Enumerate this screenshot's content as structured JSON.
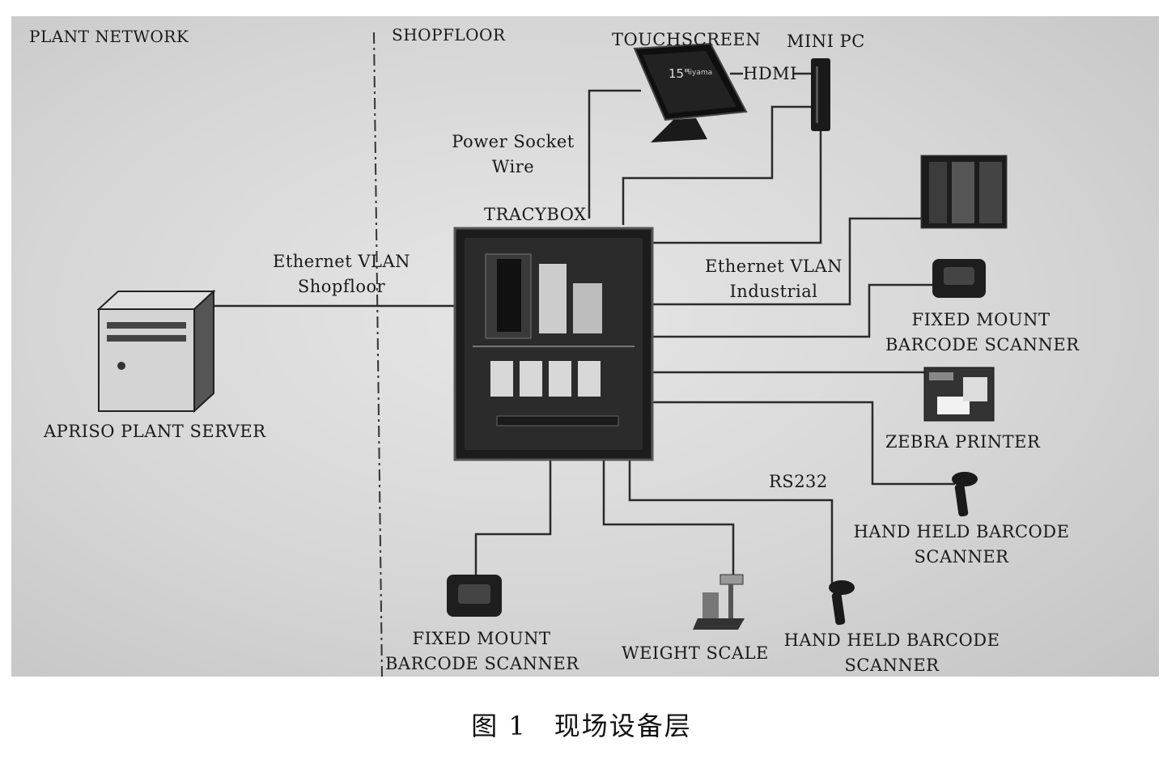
{
  "zones": {
    "plant": "PLANT NETWORK",
    "shopfloor": "SHOPFLOOR"
  },
  "devices": {
    "server": "APRISO PLANT SERVER",
    "tracybox": "TRACYBOX",
    "touchscreen": "TOUCHSCREEN",
    "mini_pc": "MINI PC",
    "fixed_scanner_right_l1": "FIXED MOUNT",
    "fixed_scanner_right_l2": "BARCODE SCANNER",
    "zebra_printer": "ZEBRA PRINTER",
    "handheld_right_l1": "HAND HELD BARCODE",
    "handheld_right_l2": "SCANNER",
    "fixed_scanner_bottom_l1": "FIXED MOUNT",
    "fixed_scanner_bottom_l2": "BARCODE SCANNER",
    "weight_scale": "WEIGHT SCALE",
    "handheld_bottom_l1": "HAND HELD BARCODE",
    "handheld_bottom_l2": "SCANNER"
  },
  "connections": {
    "ethernet_shopfloor_l1": "Ethernet VLAN",
    "ethernet_shopfloor_l2": "Shopfloor",
    "ethernet_industrial_l1": "Ethernet VLAN",
    "ethernet_industrial_l2": "Industrial",
    "power_l1": "Power Socket",
    "power_l2": "Wire",
    "hdmi": "HDMI",
    "rs232": "RS232"
  },
  "screen_text": {
    "size": "15\"",
    "brand": "iiyama"
  },
  "caption": "图 1　现场设备层"
}
